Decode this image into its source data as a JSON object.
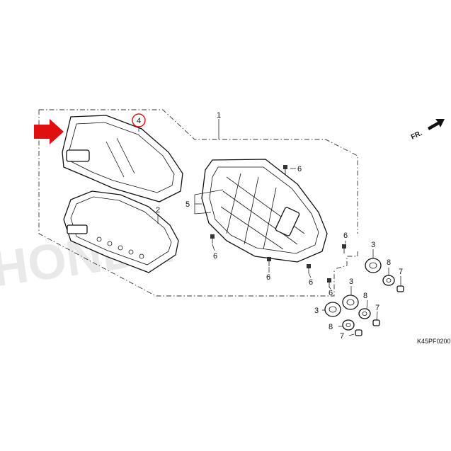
{
  "diagram": {
    "part_code": "K45PF0200",
    "direction_label": "FR.",
    "watermark": "HONDA",
    "colors": {
      "highlight": "#e01010",
      "line": "#111111",
      "watermark": "#e6e6e6"
    },
    "callouts": {
      "c1": "1",
      "c2": "2",
      "c3a": "3",
      "c3b": "3",
      "c3c": "3",
      "c4": "4",
      "c5": "5",
      "c6a": "6",
      "c6b": "6",
      "c6c": "6",
      "c6d": "6",
      "c6e": "6",
      "c6f": "6",
      "c7a": "7",
      "c7b": "7",
      "c7c": "7",
      "c8a": "8",
      "c8b": "8",
      "c8c": "8"
    },
    "highlighted_callout": "4",
    "arrow_icon": "red-arrow-right-icon"
  }
}
